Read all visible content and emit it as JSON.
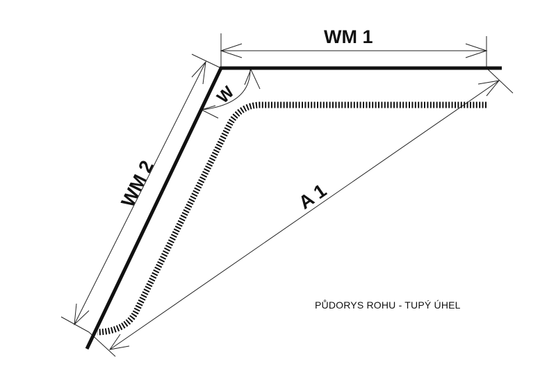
{
  "labels": {
    "wm1": "WM 1",
    "wm2": "WM 2",
    "a1": "A 1",
    "w": "W"
  },
  "caption": "PŮDORYS ROHU - TUPÝ ÚHEL",
  "colors": {
    "line": "#111111"
  }
}
